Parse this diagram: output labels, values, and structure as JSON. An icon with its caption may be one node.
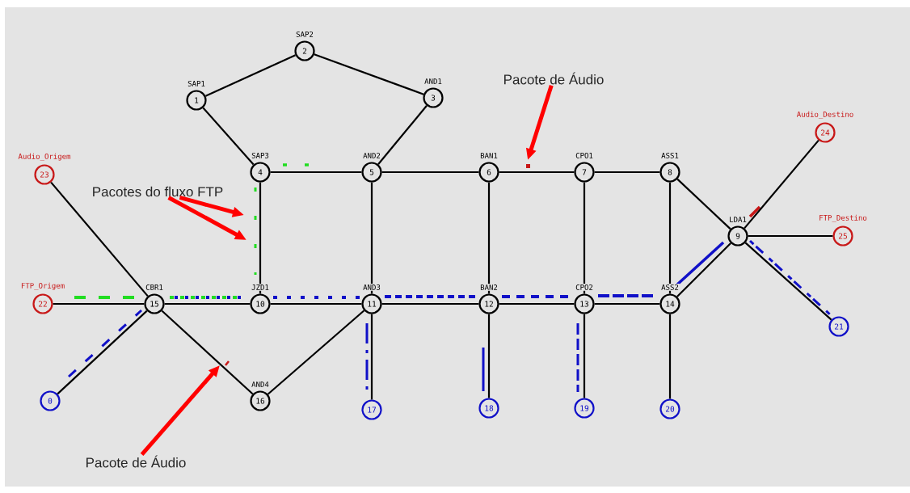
{
  "diagram": {
    "nodes": [
      {
        "text": [
          "0"
        ]
      },
      {
        "text": [
          "1"
        ],
        "beside": [
          "SAP1"
        ]
      },
      {
        "text": [
          "2"
        ],
        "beside": [
          "SAP2"
        ]
      },
      {
        "text": [
          "3"
        ],
        "beside": [
          "AND1"
        ]
      },
      {
        "text": [
          "4"
        ],
        "beside": [
          "SAP3"
        ]
      },
      {
        "text": [
          "5"
        ],
        "beside": [
          "AND2"
        ]
      },
      {
        "text": [
          "6"
        ],
        "beside": [
          "BAN1"
        ]
      },
      {
        "text": [
          "7"
        ],
        "beside": [
          "CPO1"
        ]
      },
      {
        "text": [
          "8"
        ],
        "beside": [
          "ASS1"
        ]
      },
      {
        "text": [
          "9"
        ],
        "beside": [
          "LDA1"
        ]
      },
      {
        "text": [
          "10"
        ],
        "beside": [
          "JZD1"
        ]
      },
      {
        "text": [
          "11"
        ],
        "beside": [
          "AND3"
        ]
      },
      {
        "text": [
          "12"
        ],
        "beside": [
          "BAN2"
        ]
      },
      {
        "text": [
          "13"
        ],
        "beside": [
          "CPO2"
        ]
      },
      {
        "text": [
          "14"
        ],
        "beside": [
          "ASS2"
        ]
      },
      {
        "text": [
          "15"
        ],
        "beside": [
          "CBR1"
        ]
      },
      {
        "text": [
          "16"
        ],
        "beside": [
          "AND4"
        ]
      },
      {
        "text": [
          "17"
        ]
      },
      {
        "text": [
          "18"
        ]
      },
      {
        "text": [
          "19"
        ]
      },
      {
        "text": [
          "20"
        ]
      },
      {
        "text": [
          "21"
        ]
      },
      {
        "text": [
          "22"
        ],
        "beside": [
          "FTP_Origem"
        ]
      },
      {
        "text": [
          "23"
        ],
        "beside": [
          "Audio_Origem"
        ]
      },
      {
        "text": [
          "24"
        ],
        "beside": [
          "Audio_Destino"
        ]
      },
      {
        "text": [
          "25"
        ],
        "beside": [
          "FTP_Destino"
        ]
      },
      {
        "text": [
          "Pacote de Áudio"
        ]
      },
      {
        "text": [
          "Pacotes do fluxo FTP"
        ]
      },
      {
        "text": [
          "Pacote de Áudio"
        ]
      }
    ],
    "edges": [
      {
        "from": 1,
        "to": 2,
        "arrow": "none"
      },
      {
        "from": 2,
        "to": 3,
        "arrow": "none"
      },
      {
        "from": 1,
        "to": 4,
        "arrow": "none"
      },
      {
        "from": 3,
        "to": 5,
        "arrow": "none"
      },
      {
        "from": 4,
        "to": 5,
        "arrow": "none"
      },
      {
        "from": 5,
        "to": 6,
        "arrow": "none"
      },
      {
        "from": 6,
        "to": 7,
        "arrow": "none"
      },
      {
        "from": 7,
        "to": 8,
        "arrow": "none"
      },
      {
        "from": 8,
        "to": 9,
        "arrow": "none"
      },
      {
        "from": 9,
        "to": 24,
        "arrow": "none"
      },
      {
        "from": 9,
        "to": 25,
        "arrow": "none"
      },
      {
        "from": 9,
        "to": 21,
        "arrow": "none"
      },
      {
        "from": 9,
        "to": 14,
        "arrow": "none"
      },
      {
        "from": 4,
        "to": 10,
        "arrow": "none"
      },
      {
        "from": 5,
        "to": 11,
        "arrow": "none"
      },
      {
        "from": 6,
        "to": 12,
        "arrow": "none"
      },
      {
        "from": 7,
        "to": 13,
        "arrow": "none"
      },
      {
        "from": 8,
        "to": 14,
        "arrow": "none"
      },
      {
        "from": 23,
        "to": 15,
        "arrow": "none"
      },
      {
        "from": 22,
        "to": 15,
        "arrow": "none"
      },
      {
        "from": 15,
        "to": 10,
        "arrow": "none"
      },
      {
        "from": 10,
        "to": 11,
        "arrow": "none"
      },
      {
        "from": 11,
        "to": 12,
        "arrow": "none"
      },
      {
        "from": 12,
        "to": 13,
        "arrow": "none"
      },
      {
        "from": 13,
        "to": 14,
        "arrow": "none"
      },
      {
        "from": 0,
        "to": 15,
        "arrow": "none"
      },
      {
        "from": 15,
        "to": 16,
        "arrow": "none"
      },
      {
        "from": 16,
        "to": 11,
        "arrow": "none"
      },
      {
        "from": 11,
        "to": 17,
        "arrow": "none"
      },
      {
        "from": 12,
        "to": 18,
        "arrow": "none"
      },
      {
        "from": 13,
        "to": 19,
        "arrow": "none"
      },
      {
        "from": 14,
        "to": 20,
        "arrow": "none"
      },
      {
        "from": 26,
        "to": null,
        "arrow": "to",
        "style": "thick",
        "color": "#ff0000"
      },
      {
        "from": 27,
        "to": null,
        "arrow": "to",
        "style": "thick",
        "color": "#ff0000"
      },
      {
        "from": 27,
        "to": null,
        "arrow": "to",
        "style": "thick",
        "color": "#ff0000"
      },
      {
        "from": 28,
        "to": null,
        "arrow": "to",
        "style": "thick",
        "color": "#ff0000"
      }
    ]
  }
}
